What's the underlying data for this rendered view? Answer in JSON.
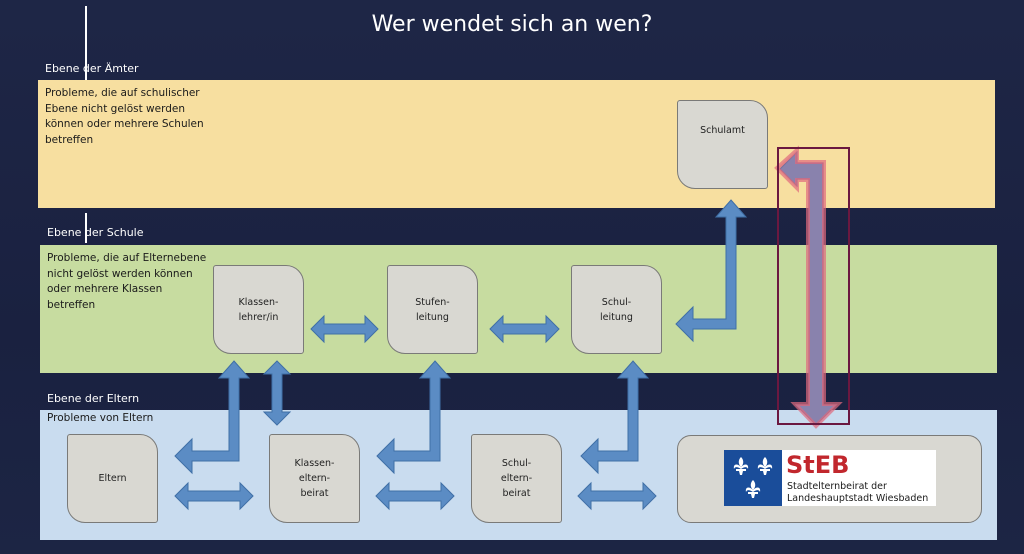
{
  "title": "Wer wendet sich an wen?",
  "levels": {
    "amt": {
      "label": "Ebene der Ämter",
      "description": "Probleme, die auf schulischer\nEbene nicht gelöst werden\nkönnen oder mehrere Schulen\nbetreffen"
    },
    "schule": {
      "label": "Ebene der Schule",
      "description": "Probleme, die auf Elternebene\nnicht gelöst werden können\noder mehrere Klassen\nbetreffen"
    },
    "eltern": {
      "label": "Ebene der Eltern",
      "description": "Probleme von Eltern"
    }
  },
  "nodes": {
    "schulamt": "Schulamt",
    "klassenlehrer": "Klassen-\nlehrer/in",
    "stufenleitung": "Stufen-\nleitung",
    "schulleitung": "Schul-\nleitung",
    "eltern": "Eltern",
    "klassenelternbeirat": "Klassen-\neltern-\nbeirat",
    "schulelternbeirat": "Schul-\neltern-\nbeirat"
  },
  "logo": {
    "abbr": "StEB",
    "line1": "Stadtelternbeirat der",
    "line2": "Landeshauptstadt Wiesbaden"
  },
  "colors": {
    "background": "#1c2343",
    "band_amt": "#f7dfa0",
    "band_schule": "#c7dca0",
    "band_eltern": "#c9dcef",
    "node": "#d9d8d2",
    "arrow": "#5b8cc4",
    "highlight": "#e0697d",
    "logo_red": "#c1272d",
    "logo_blue": "#1a4d9a"
  },
  "icons": [
    "fleur-de-lis-icon"
  ]
}
